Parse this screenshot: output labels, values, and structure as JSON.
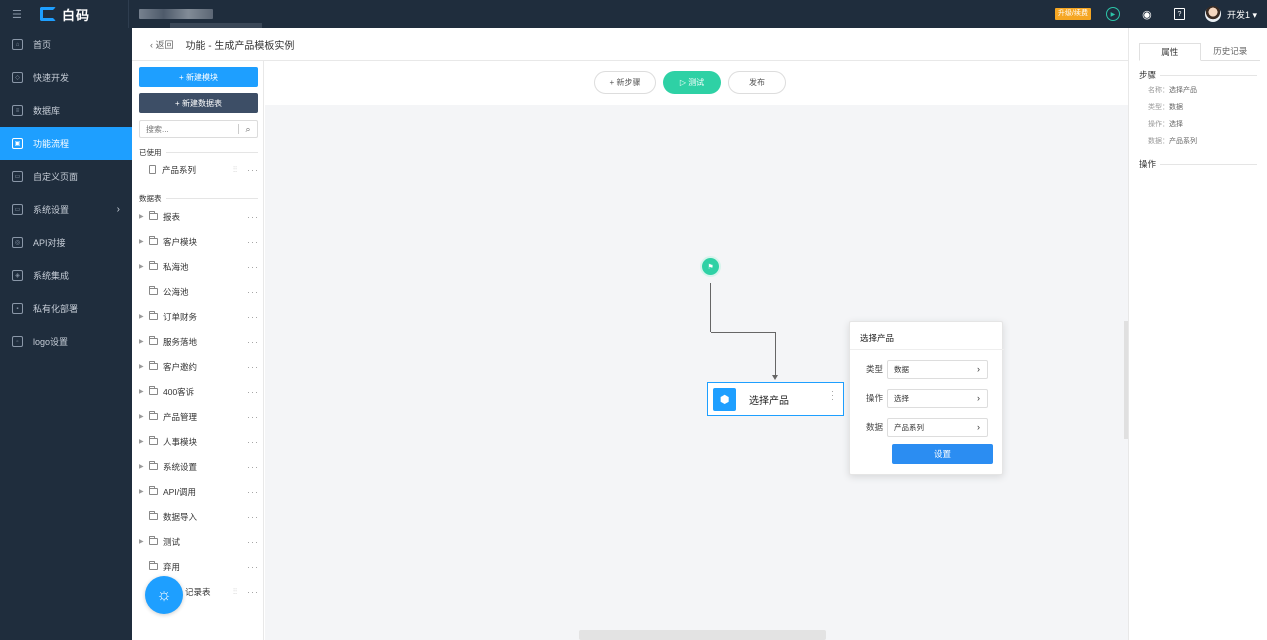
{
  "app": {
    "brand": "白码",
    "upgrade_label": "升级/续费",
    "user_name": "开发1 ▾"
  },
  "nav": {
    "items": [
      {
        "label": "首页"
      },
      {
        "label": "快速开发"
      },
      {
        "label": "数据库"
      },
      {
        "label": "功能流程",
        "active": true
      },
      {
        "label": "自定义页面"
      },
      {
        "label": "系统设置",
        "arrow": "›"
      },
      {
        "label": "API对接"
      },
      {
        "label": "系统集成"
      },
      {
        "label": "私有化部署"
      },
      {
        "label": "logo设置"
      }
    ]
  },
  "breadcrumb": {
    "back": "‹  返回",
    "title": "功能 - 生成产品模板实例"
  },
  "panel": {
    "new_module": "+  新建模块",
    "new_table": "+  新建数据表",
    "search_placeholder": "搜索...",
    "used_title": "已使用",
    "used_items": [
      {
        "label": "产品系列"
      }
    ],
    "tables_title": "数据表",
    "tables": [
      {
        "label": "报表",
        "expand": true
      },
      {
        "label": "客户模块",
        "expand": true
      },
      {
        "label": "私海池",
        "expand": true
      },
      {
        "label": "公海池",
        "expand": false
      },
      {
        "label": "订单财务",
        "expand": true
      },
      {
        "label": "服务落地",
        "expand": true
      },
      {
        "label": "客户邀约",
        "expand": true
      },
      {
        "label": "400客诉",
        "expand": true
      },
      {
        "label": "产品管理",
        "expand": true
      },
      {
        "label": "人事模块",
        "expand": true
      },
      {
        "label": "系统设置",
        "expand": true
      },
      {
        "label": "API/调用",
        "expand": true
      },
      {
        "label": "数据导入",
        "expand": false
      },
      {
        "label": "测试",
        "expand": true
      },
      {
        "label": "弃用",
        "expand": false
      }
    ],
    "last_item": "记录表"
  },
  "toolbar": {
    "new_step": "+ 新步骤",
    "test": "▷ 测试",
    "publish": "发布"
  },
  "flow": {
    "node_label": "选择产品"
  },
  "popup": {
    "title": "选择产品",
    "rows": [
      {
        "label": "类型",
        "value": "数据"
      },
      {
        "label": "操作",
        "value": "选择"
      },
      {
        "label": "数据",
        "value": "产品系列"
      }
    ],
    "button": "设置"
  },
  "props": {
    "tabs": [
      "属性",
      "历史记录"
    ],
    "step_title": "步骤",
    "fields": [
      {
        "key": "名称：",
        "value": "选择产品"
      },
      {
        "key": "类型：",
        "value": "数据"
      },
      {
        "key": "操作：",
        "value": "选择"
      },
      {
        "key": "数据：",
        "value": "产品系列"
      }
    ],
    "ops_title": "操作"
  }
}
